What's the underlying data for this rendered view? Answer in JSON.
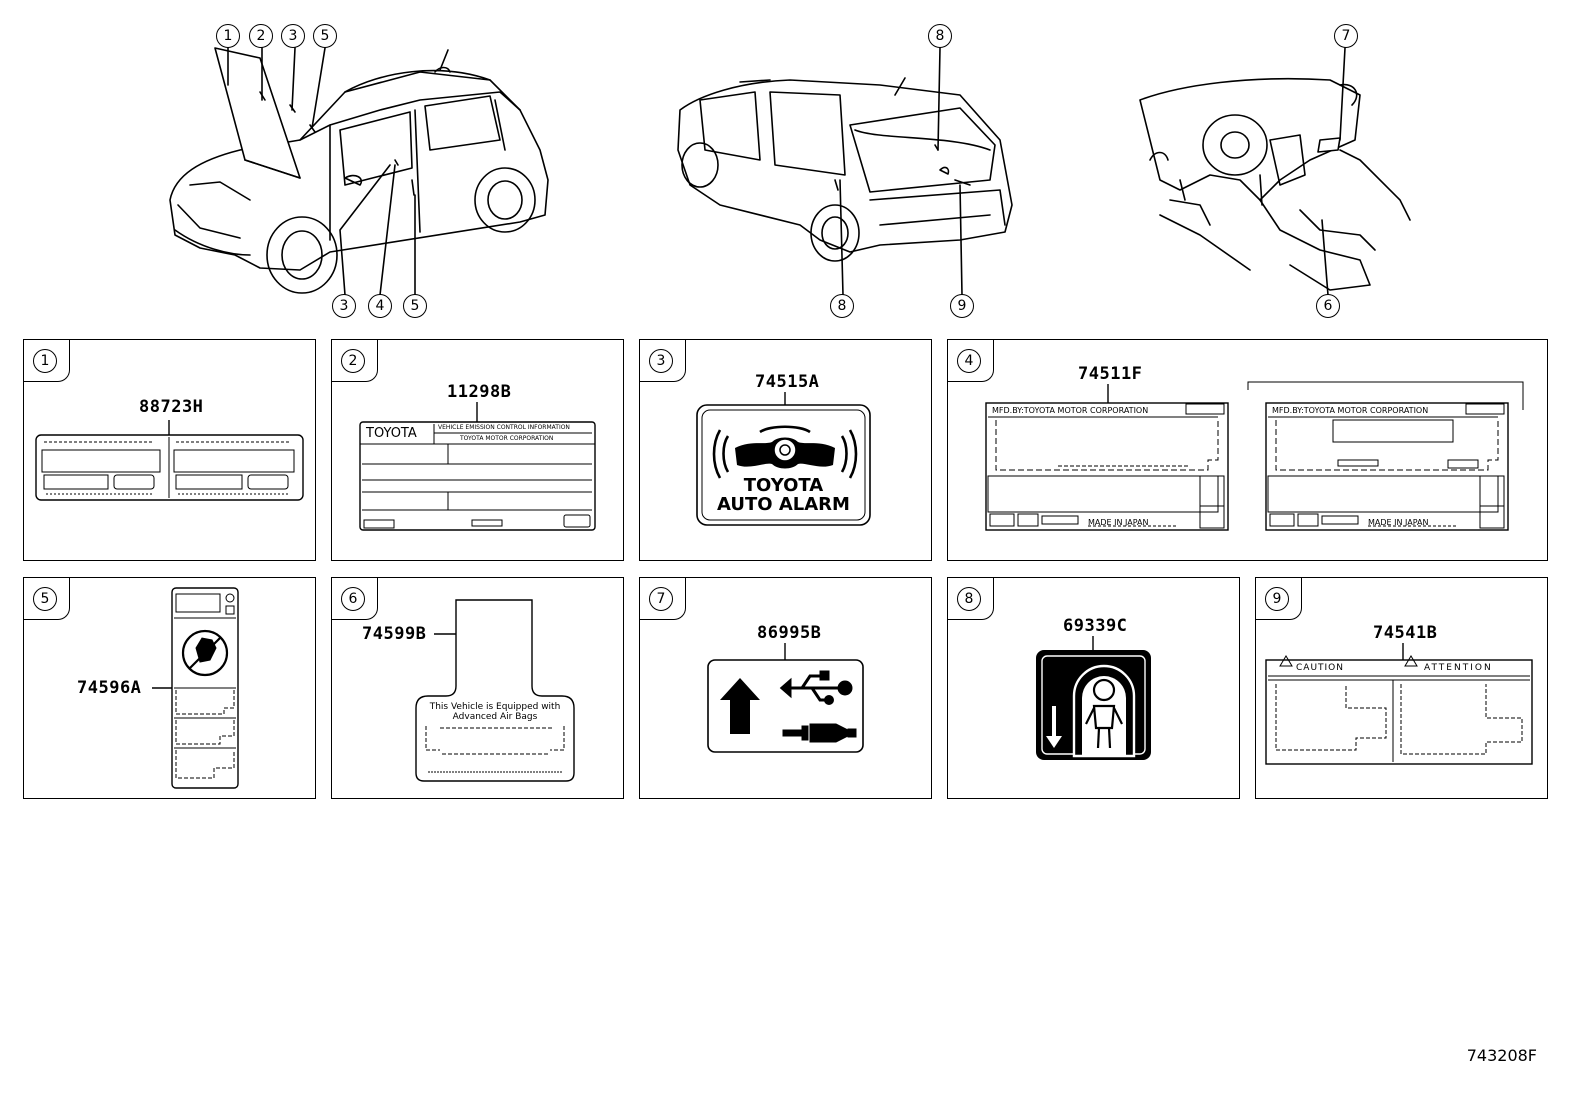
{
  "diagram_id": "743208F",
  "callouts": {
    "front_top": [
      "1",
      "2",
      "3",
      "5"
    ],
    "front_bottom": [
      "3",
      "4",
      "5"
    ],
    "rear_top": [
      "8"
    ],
    "rear_bottom": [
      "8",
      "9"
    ],
    "interior_top": [
      "7"
    ],
    "interior_bottom": [
      "6"
    ]
  },
  "panels": [
    {
      "num": "1",
      "part": "88723H"
    },
    {
      "num": "2",
      "part": "11298B",
      "texts": [
        "TOYOTA",
        "VEHICLE EMISSION CONTROL INFORMATION",
        "TOYOTA MOTOR CORPORATION"
      ]
    },
    {
      "num": "3",
      "part": "74515A",
      "texts": [
        "TOYOTA",
        "AUTO ALARM"
      ]
    },
    {
      "num": "4",
      "part": "74511F",
      "texts": [
        "MFD.BY:TOYOTA MOTOR CORPORATION",
        "MADE IN JAPAN"
      ]
    },
    {
      "num": "5",
      "part": "74596A"
    },
    {
      "num": "6",
      "part": "74599B",
      "texts": [
        "This Vehicle is Equipped with",
        "Advanced  Air Bags"
      ]
    },
    {
      "num": "7",
      "part": "86995B"
    },
    {
      "num": "8",
      "part": "69339C"
    },
    {
      "num": "9",
      "part": "74541B",
      "texts": [
        "CAUTION",
        "ATTENTION"
      ]
    }
  ]
}
